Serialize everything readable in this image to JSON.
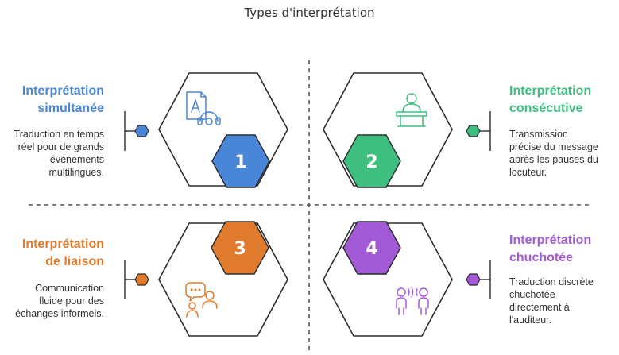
{
  "title": "Types d'interprétation",
  "colors": {
    "blue": "#4a86d8",
    "green": "#3fbf7f",
    "orange": "#e07b2e",
    "purple": "#a35ad6",
    "outline": "#2b2b2b",
    "divider": "#555555"
  },
  "types": [
    {
      "number": "1",
      "heading_line1": "Interprétation",
      "heading_line2": "simultanée",
      "desc_line1": "Traduction en temps",
      "desc_line2": "réel pour de grands",
      "desc_line3": "événements",
      "desc_line4": "multilingues.",
      "icon": "translation-headset-icon"
    },
    {
      "number": "2",
      "heading_line1": "Interprétation",
      "heading_line2": "consécutive",
      "desc_line1": "Transmission",
      "desc_line2": "précise du message",
      "desc_line3": "après les pauses du",
      "desc_line4": "locuteur.",
      "icon": "speaker-podium-icon"
    },
    {
      "number": "3",
      "heading_line1": "Interprétation",
      "heading_line2": "de liaison",
      "desc_line1": "Communication",
      "desc_line2": "fluide pour des",
      "desc_line3": "échanges informels.",
      "icon": "chat-people-icon"
    },
    {
      "number": "4",
      "heading_line1": "Interprétation",
      "heading_line2": "chuchotée",
      "desc_line1": "Traduction discrète",
      "desc_line2": "chuchotée",
      "desc_line3": "directement à",
      "desc_line4": "l'auditeur.",
      "icon": "whisper-people-icon"
    }
  ]
}
